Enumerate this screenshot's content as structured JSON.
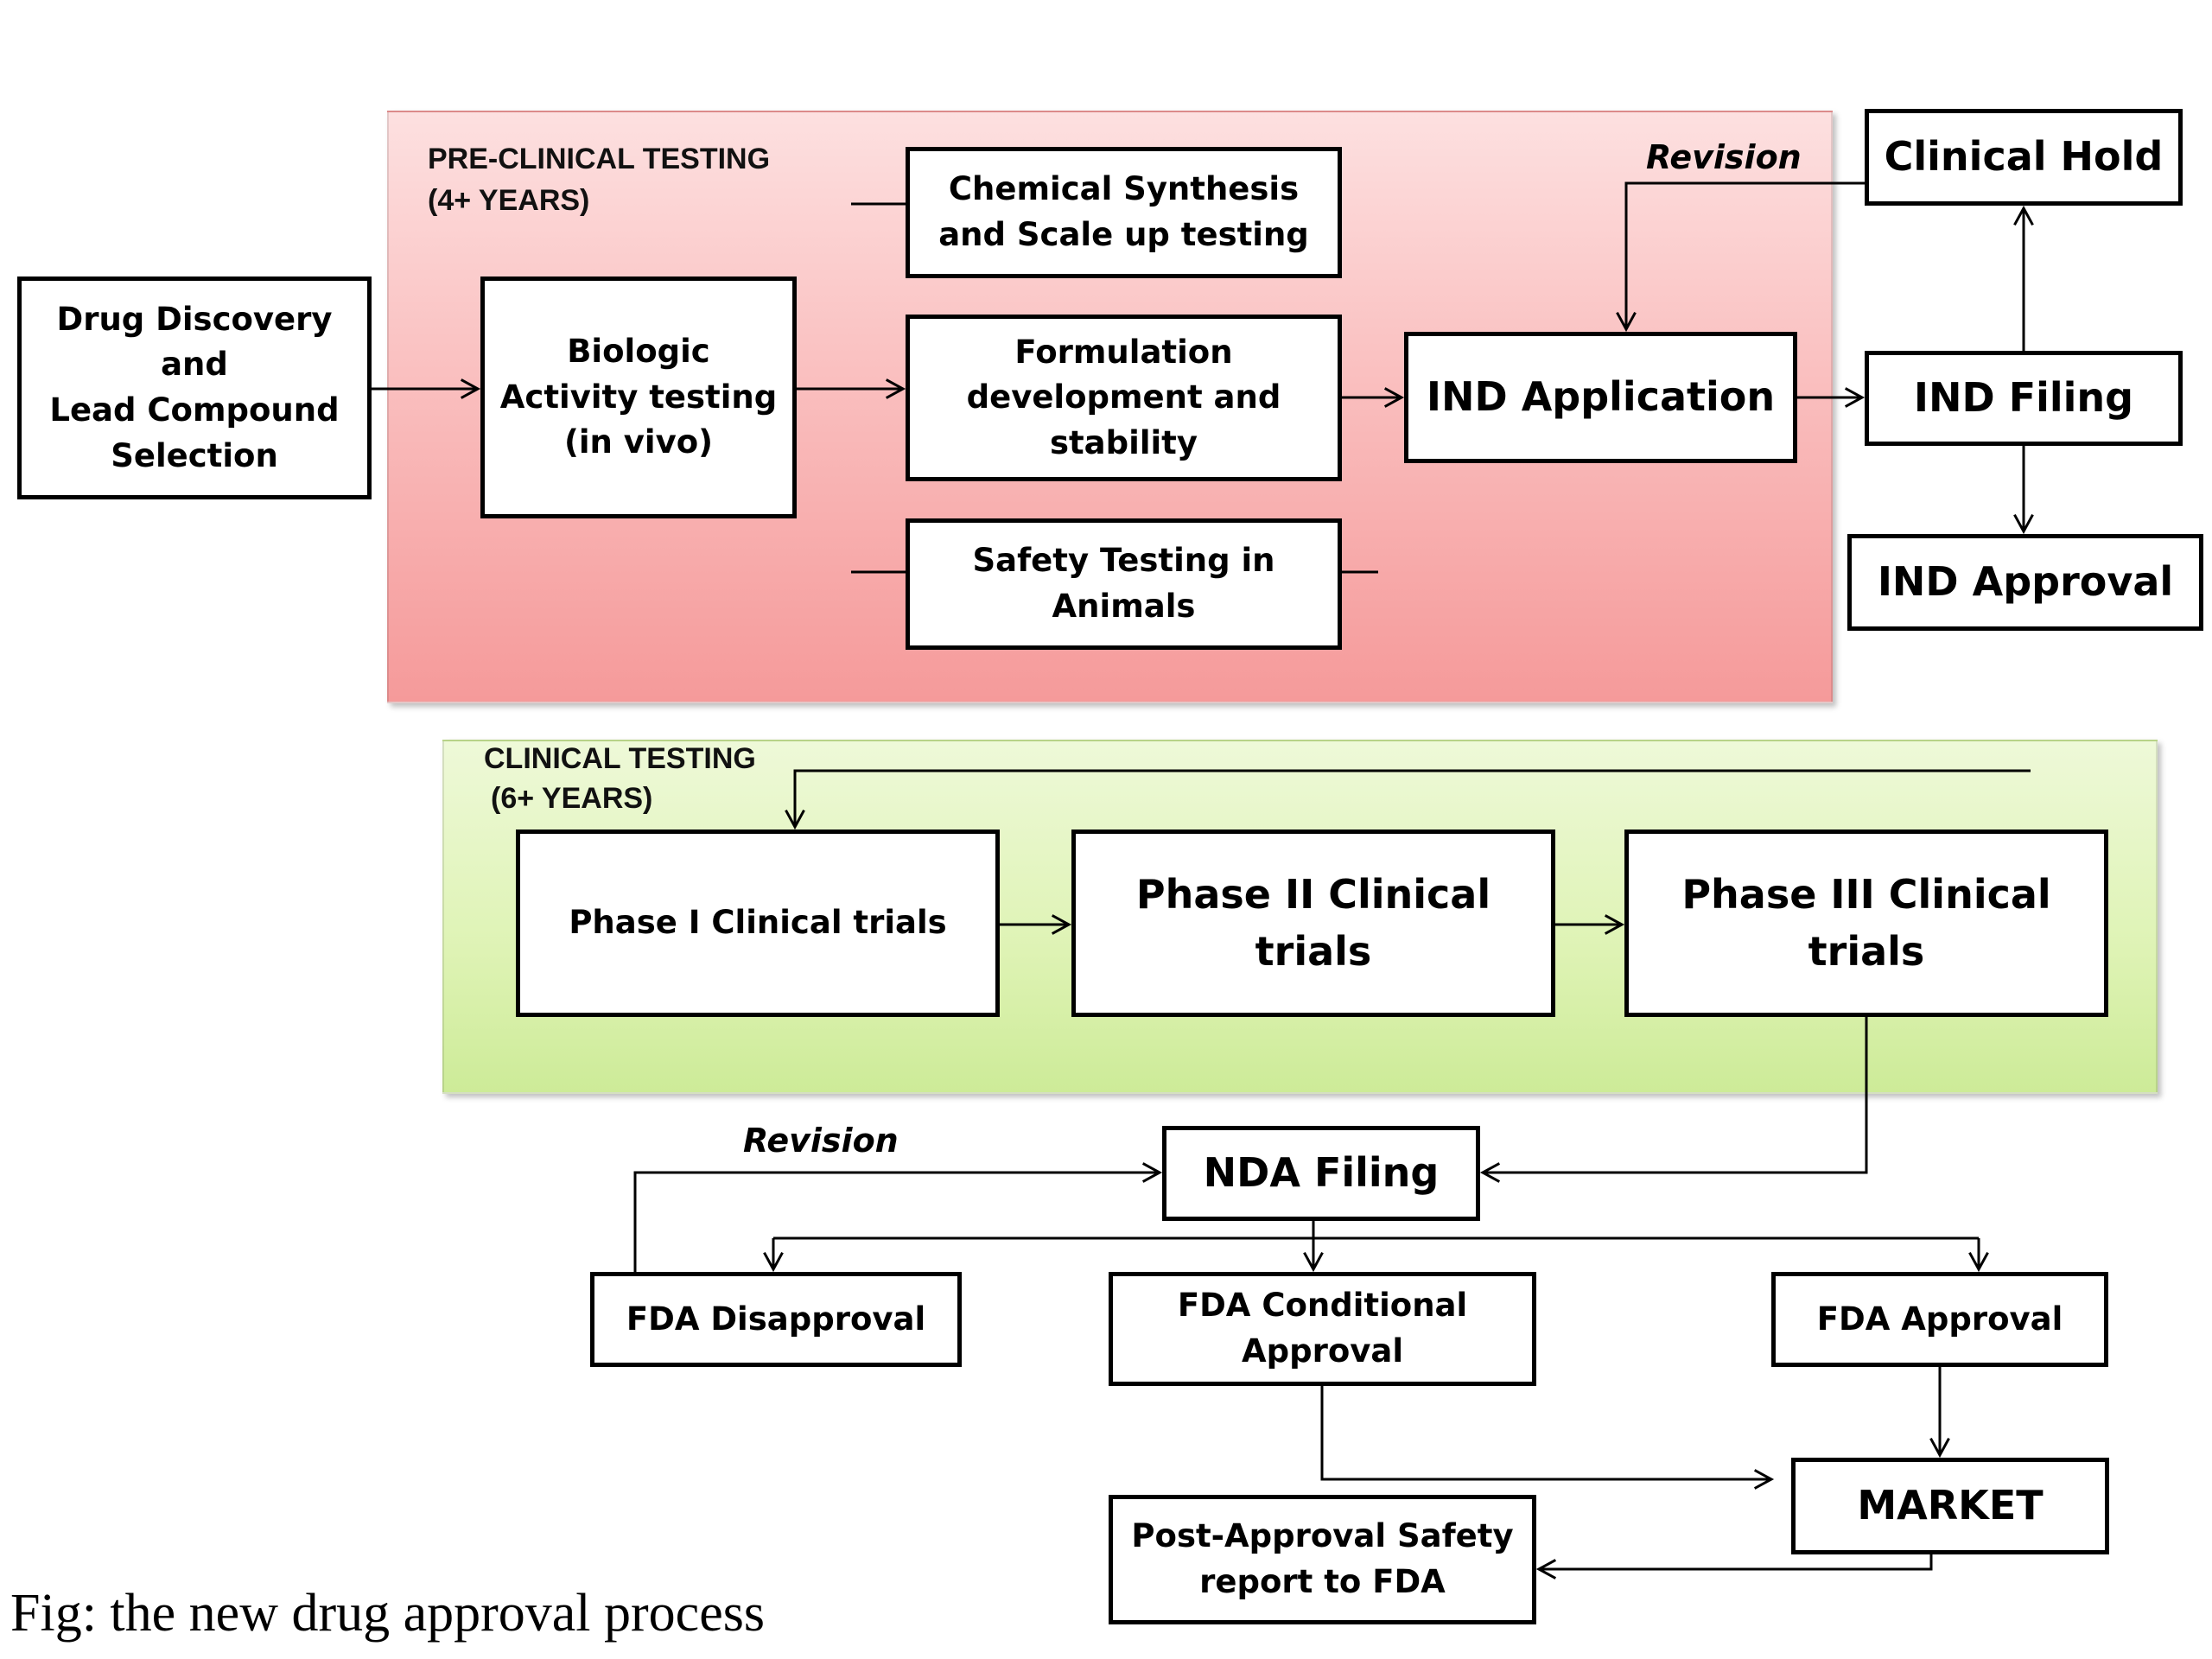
{
  "regions": {
    "preclinical": {
      "title_line1": "PRE-CLINICAL TESTING",
      "title_line2": "(4+ YEARS)",
      "color": "#f9b8b8"
    },
    "clinical": {
      "title_line1": "CLINICAL TESTING",
      "title_line2": "(6+ YEARS)",
      "color": "#def3b4"
    }
  },
  "nodes": {
    "drug_discovery": "Drug Discovery\nand\nLead Compound\nSelection",
    "biologic_activity": "Biologic\nActivity testing\n(in vivo)",
    "chemical_synthesis": "Chemical Synthesis\nand Scale up testing",
    "formulation": "Formulation\ndevelopment and\nstability",
    "safety_testing": "Safety Testing in\nAnimals",
    "ind_application": "IND Application",
    "clinical_hold": "Clinical Hold",
    "ind_filing": "IND Filing",
    "ind_approval": "IND Approval",
    "phase1": "Phase I Clinical trials",
    "phase2": "Phase II Clinical trials",
    "phase3": "Phase III Clinical\ntrials",
    "nda_filing": "NDA Filing",
    "fda_disapproval": "FDA Disapproval",
    "fda_conditional": "FDA Conditional\nApproval",
    "fda_approval": "FDA Approval",
    "market": "MARKET",
    "post_approval": "Post-Approval Safety\nreport to FDA"
  },
  "edge_labels": {
    "revision_ind": "Revision",
    "revision_nda": "Revision"
  },
  "edges": [
    {
      "from": "drug_discovery",
      "to": "biologic_activity"
    },
    {
      "from": "biologic_activity",
      "to": "formulation"
    },
    {
      "from": "formulation",
      "to": "ind_application"
    },
    {
      "from": "ind_application",
      "to": "ind_filing"
    },
    {
      "from": "ind_filing",
      "to": "clinical_hold"
    },
    {
      "from": "ind_filing",
      "to": "ind_approval"
    },
    {
      "from": "clinical_hold",
      "to": "ind_application",
      "label": "revision_ind"
    },
    {
      "from": "clinical_testing",
      "to": "phase1"
    },
    {
      "from": "phase1",
      "to": "phase2"
    },
    {
      "from": "phase2",
      "to": "phase3"
    },
    {
      "from": "phase3",
      "to": "nda_filing"
    },
    {
      "from": "nda_filing",
      "to": "fda_disapproval"
    },
    {
      "from": "nda_filing",
      "to": "fda_conditional"
    },
    {
      "from": "nda_filing",
      "to": "fda_approval"
    },
    {
      "from": "fda_disapproval",
      "to": "nda_filing",
      "label": "revision_nda"
    },
    {
      "from": "fda_conditional",
      "to": "market"
    },
    {
      "from": "fda_approval",
      "to": "market"
    },
    {
      "from": "market",
      "to": "post_approval"
    }
  ],
  "caption": "Fig: the new drug approval process"
}
